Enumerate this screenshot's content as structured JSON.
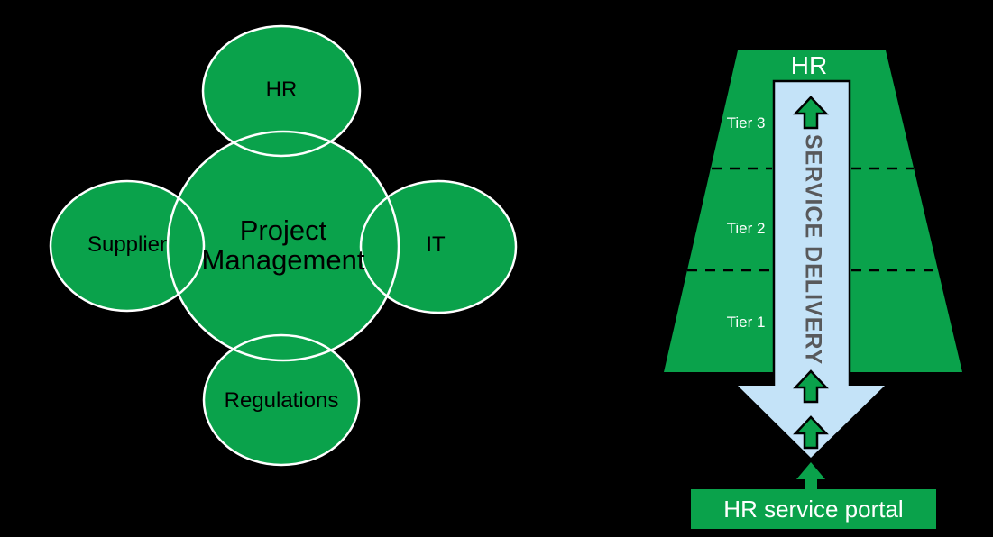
{
  "colors": {
    "background": "#000000",
    "green": "#0AA24B",
    "light_blue": "#C4E3F8",
    "outline_white": "#FFFFFF",
    "outline_black": "#000000",
    "label_black": "#000000",
    "label_white": "#FFFFFF",
    "service_delivery_gray": "#58595B"
  },
  "venn_diagram": {
    "center_circle": {
      "label_line1": "Project",
      "label_line2": "Management"
    },
    "satellite_circles": [
      {
        "id": "hr",
        "label": "HR"
      },
      {
        "id": "supplier",
        "label": "Supplier"
      },
      {
        "id": "it",
        "label": "IT"
      },
      {
        "id": "regulations",
        "label": "Regulations"
      }
    ]
  },
  "service_pyramid": {
    "title": "HR",
    "tiers": [
      {
        "label": "Tier 3"
      },
      {
        "label": "Tier 2"
      },
      {
        "label": "Tier 1"
      }
    ],
    "arrow_label": "SERVICE DELIVERY",
    "portal": {
      "label": "HR service portal"
    }
  }
}
